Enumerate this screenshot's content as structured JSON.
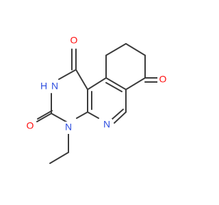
{
  "molecule": {
    "atoms": [
      {
        "id": "O1",
        "label": "O",
        "color": "#ff0d0d"
      },
      {
        "id": "NH",
        "label": "H",
        "color": "#2f4fe0"
      },
      {
        "id": "NH_N",
        "label": "N",
        "color": "#2f4fe0"
      },
      {
        "id": "O2",
        "label": "O",
        "color": "#ff0d0d"
      },
      {
        "id": "N3",
        "label": "N",
        "color": "#2f4fe0"
      },
      {
        "id": "N5",
        "label": "N",
        "color": "#2f4fe0"
      },
      {
        "id": "O3",
        "label": "O",
        "color": "#ff0d0d"
      }
    ]
  }
}
